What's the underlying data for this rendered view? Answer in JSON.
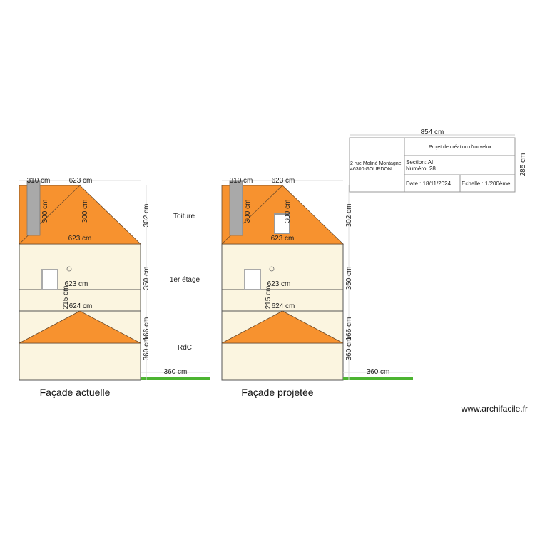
{
  "facades": [
    {
      "caption": "Façade actuelle",
      "has_velux": false,
      "dims": {
        "chimney_width": "310 cm",
        "roof_width_top": "623 cm",
        "chimney_height": "300 cm",
        "roof_height_inner": "300 cm",
        "roof_base": "623 cm",
        "roof_height": "302 cm",
        "floor_height": "350 cm",
        "door_width": "623 cm",
        "door_height": "215 cm",
        "band_width": "624 cm",
        "porch_height": "166 cm",
        "ground_height": "360 cm",
        "ground_length": "360 cm"
      }
    },
    {
      "caption": "Façade projetée",
      "has_velux": true,
      "dims": {
        "chimney_width": "310 cm",
        "roof_width_top": "623 cm",
        "chimney_height": "300 cm",
        "roof_height_inner": "300 cm",
        "roof_base": "623 cm",
        "roof_height": "302 cm",
        "floor_height": "350 cm",
        "door_width": "623 cm",
        "door_height": "215 cm",
        "band_width": "624 cm",
        "porch_height": "166 cm",
        "ground_height": "360 cm",
        "ground_length": "360 cm"
      }
    }
  ],
  "levels": {
    "roof": "Toiture",
    "first_floor": "1er étage",
    "ground_floor": "RdC"
  },
  "title_block": {
    "width": "854 cm",
    "height": "285 cm",
    "address_line1": "2 rue Moliné Montagne,",
    "address_line2": "46300 GOURDON",
    "project": "Projet de création d'un velux",
    "section": "Section: AI",
    "numero": "Numéro: 28",
    "date": "Date : 18/11/2024",
    "scale": "Echelle : 1/200ème"
  },
  "watermark": "www.archifacile.fr",
  "colors": {
    "roof": "#f7922f",
    "wall": "#fbf5e0",
    "chimney": "#a9a9a9",
    "ground": "#4cb431",
    "outline": "#555555"
  }
}
